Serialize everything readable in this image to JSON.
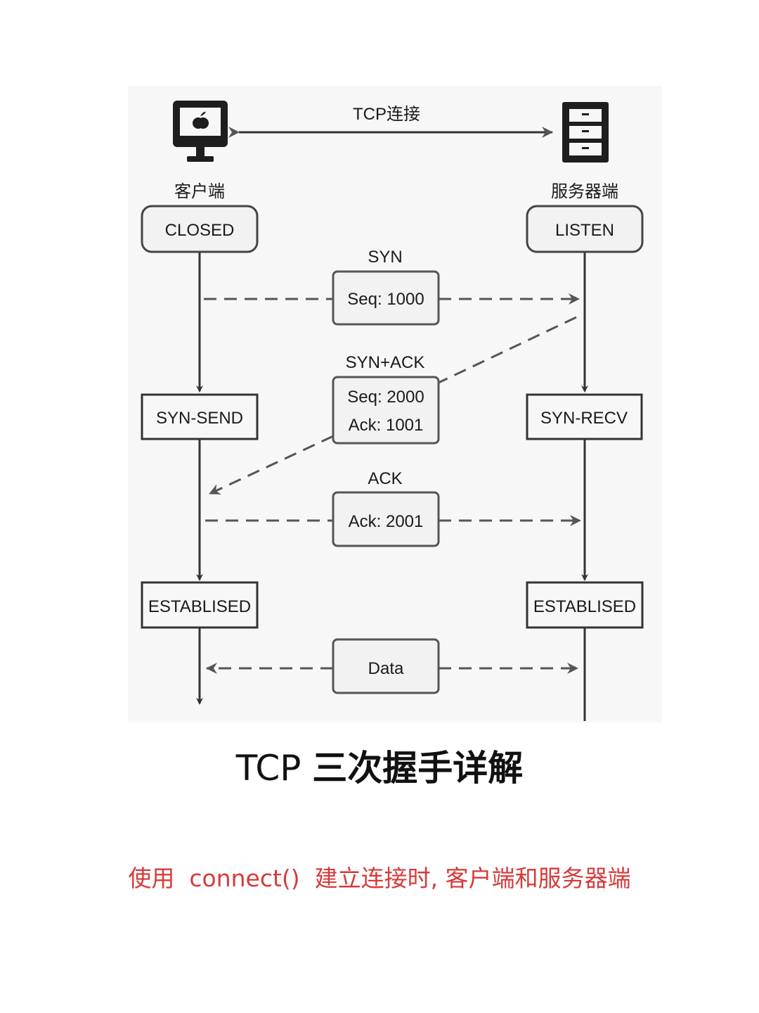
{
  "diagram": {
    "connection_label": "TCP连接",
    "client": {
      "label": "客户端",
      "icon": "computer-icon"
    },
    "server": {
      "label": "服务器端",
      "icon": "server-rack-icon"
    },
    "states": {
      "client": [
        "CLOSED",
        "SYN-SEND",
        "ESTABLISED"
      ],
      "server": [
        "LISTEN",
        "SYN-RECV",
        "ESTABLISED"
      ]
    },
    "messages": {
      "syn": {
        "title": "SYN",
        "lines": [
          "Seq: 1000"
        ]
      },
      "synack": {
        "title": "SYN+ACK",
        "lines": [
          "Seq: 2000",
          "Ack: 1001"
        ]
      },
      "ack": {
        "title": "ACK",
        "lines": [
          "Ack: 2001"
        ]
      },
      "data": {
        "title": "",
        "lines": [
          "Data"
        ]
      }
    }
  },
  "title": {
    "en": "TCP",
    "zh": "三次握手详解"
  },
  "caption": "使用  connect()  建立连接时, 客户端和服务器端",
  "colors": {
    "line": "#333333",
    "dash": "#555555",
    "caption": "#d63a3a",
    "panel": "#f7f7f7"
  }
}
